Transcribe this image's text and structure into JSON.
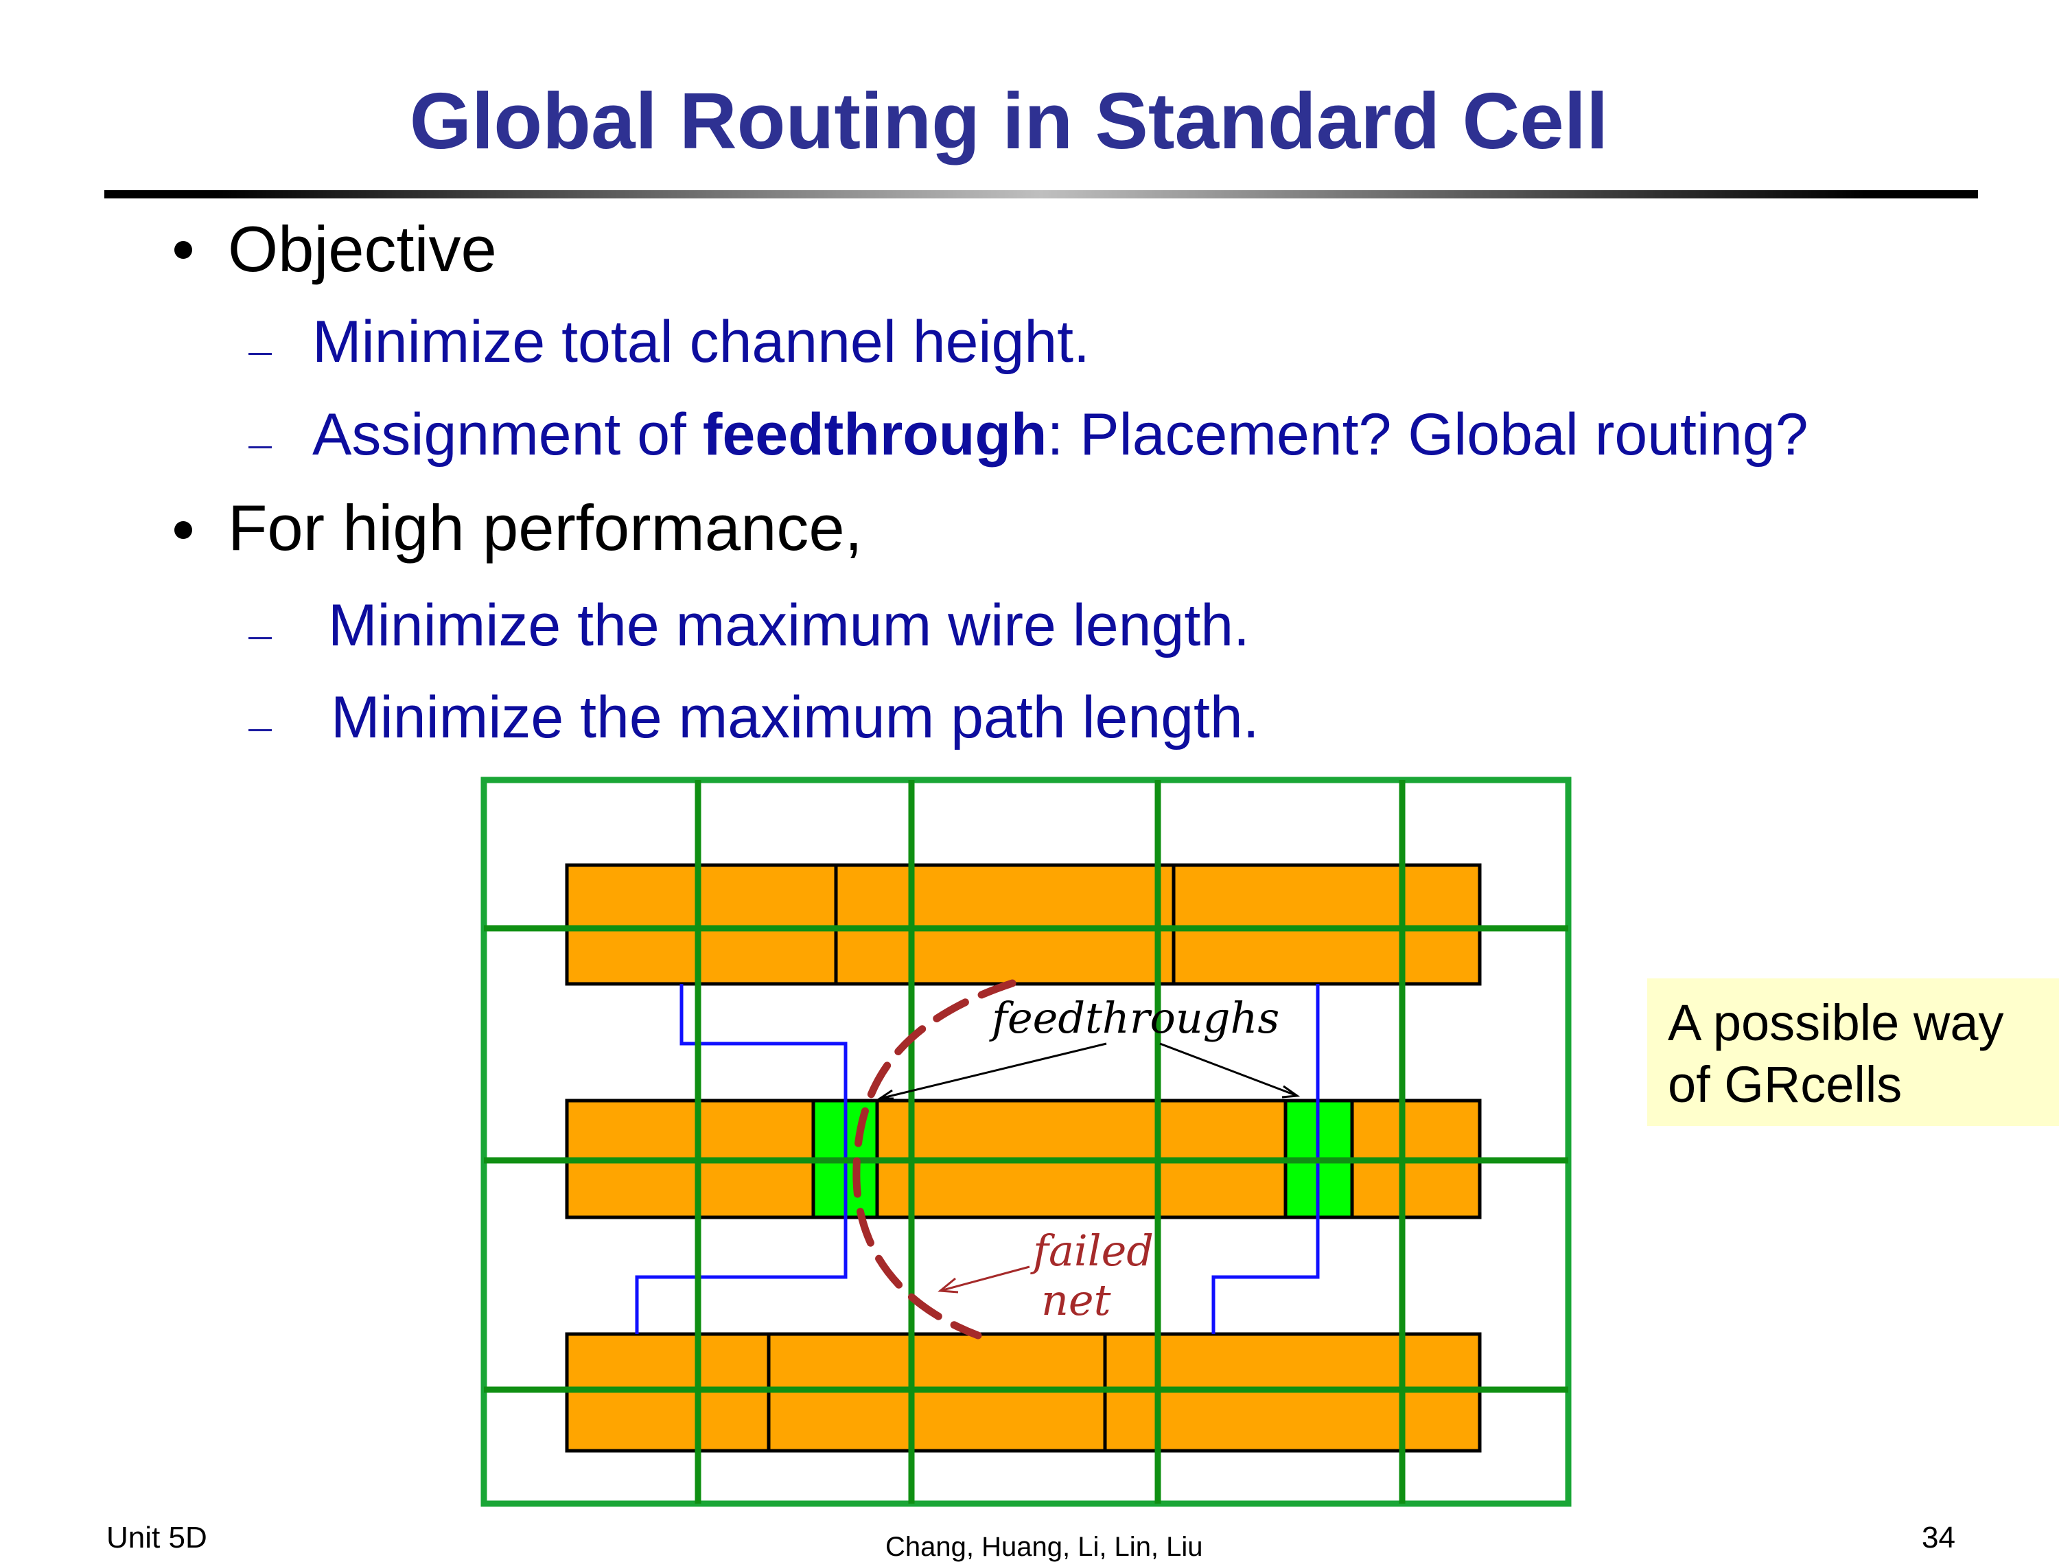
{
  "slide": {
    "title": "Global Routing in Standard Cell",
    "bullets": [
      {
        "text": "Objective",
        "subs": [
          {
            "before": "Minimize total channel height.",
            "bold": "",
            "after": ""
          },
          {
            "before": "Assignment of ",
            "bold": "feedthrough",
            "after": ": Placement? Global routing?"
          }
        ]
      },
      {
        "text": "For high performance,",
        "subs": [
          {
            "before": "Minimize the maximum wire length.",
            "bold": "",
            "after": ""
          },
          {
            "before": "Minimize the maximum path length.",
            "bold": "",
            "after": ""
          }
        ]
      }
    ]
  },
  "figure": {
    "label_feedthroughs": "feedthroughs",
    "label_failed": "failed",
    "label_net": "net",
    "colors": {
      "cell_fill": "#ffa500",
      "feedthrough_fill": "#00ff00",
      "grid_line": "#1aa636",
      "grid_inner": "#0f8f12",
      "wire": "#1010ff",
      "failed_net": "#a52a2a"
    }
  },
  "note": {
    "line1": "A possible way",
    "line2": "of GRcells"
  },
  "footer": {
    "left": "Unit 5D",
    "center": "Chang, Huang, Li, Lin, Liu",
    "page": "34"
  }
}
